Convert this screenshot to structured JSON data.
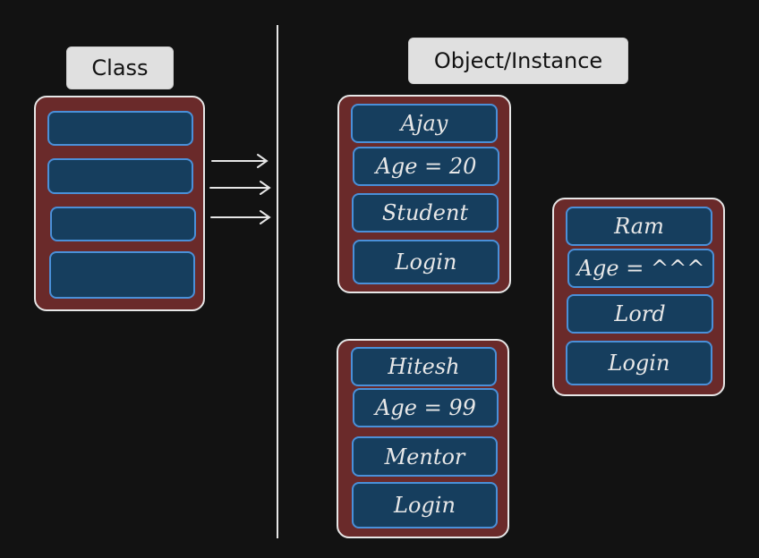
{
  "labels": {
    "class": "Class",
    "instance": "Object/Instance"
  },
  "objects": [
    {
      "name": "Ajay",
      "age": "Age = 20",
      "role": "Student",
      "action": "Login"
    },
    {
      "name": "Hitesh",
      "age": "Age = 99",
      "role": "Mentor",
      "action": "Login"
    },
    {
      "name": "Ram",
      "age": "Age = ^^^",
      "role": "Lord",
      "action": "Login"
    }
  ],
  "colors": {
    "background": "#121212",
    "card_fill": "#6a2a2a",
    "field_fill": "#163e5e",
    "field_border": "#4a90d9",
    "stroke": "#e6e6e6",
    "label_fill": "#e0e0e0"
  }
}
